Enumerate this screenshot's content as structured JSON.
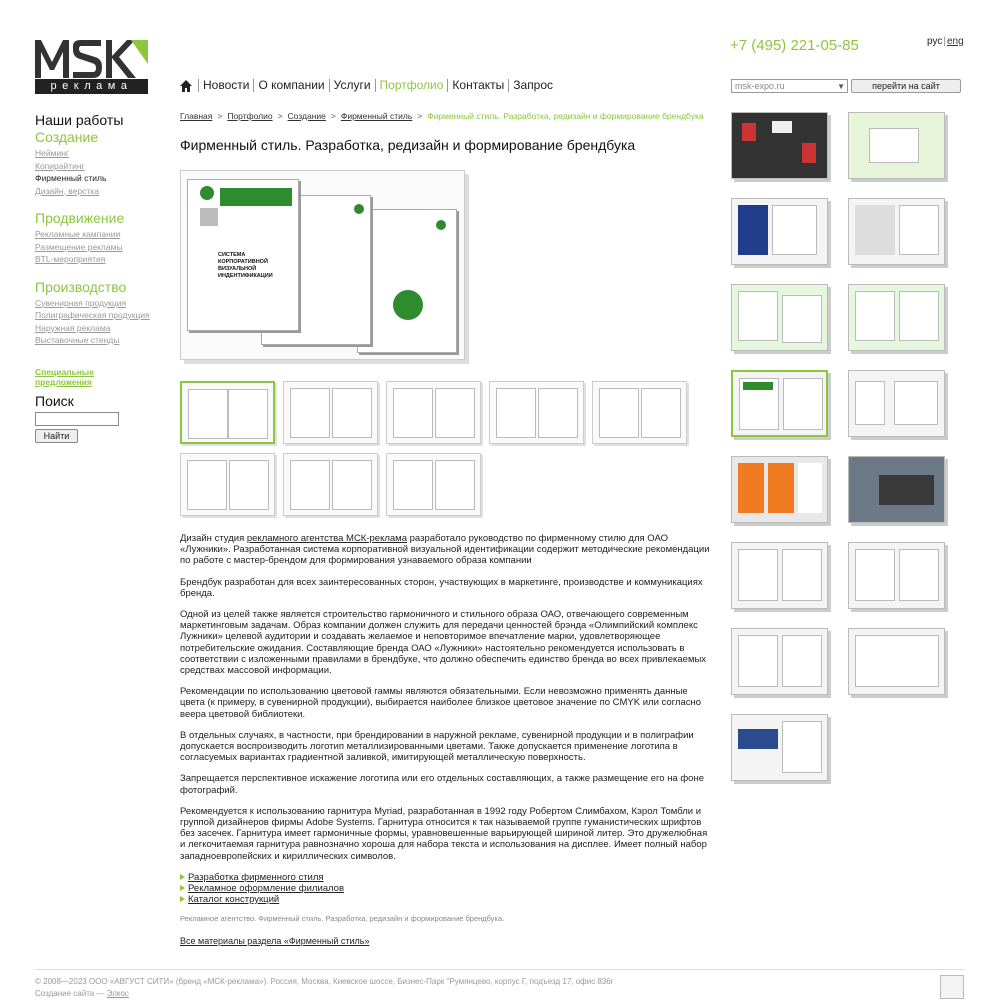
{
  "logo": {
    "mark": "MSK",
    "subtitle": "реклама"
  },
  "header": {
    "phone": "+7 (495) 221-05-85",
    "lang_ru": "рус",
    "lang_en": "eng",
    "site_select_value": "msk-expo.ru",
    "go_button": "перейти на сайт"
  },
  "nav": {
    "items": [
      {
        "label": "Новости"
      },
      {
        "label": "О компании"
      },
      {
        "label": "Услуги"
      },
      {
        "label": "Портфолио"
      },
      {
        "label": "Контакты"
      },
      {
        "label": "Запрос"
      }
    ]
  },
  "sidebar": {
    "title": "Наши работы",
    "groups": [
      {
        "title": "Создание",
        "links": [
          "Нейминг",
          "Копирайтинг",
          "Фирменный стиль",
          "Дизайн, верстка"
        ]
      },
      {
        "title": "Продвижение",
        "links": [
          "Рекламные кампании",
          "Размещение рекламы",
          "BTL-мероприятия"
        ]
      },
      {
        "title": "Производство",
        "links": [
          "Сувенирная продукция",
          "Полиграфическая продукция",
          "Наружная реклама",
          "Выставочные стенды"
        ]
      }
    ],
    "special": "Специальные предложения",
    "search_title": "Поиск",
    "search_button": "Найти"
  },
  "breadcrumb": [
    "Главная",
    "Портфолио",
    "Создание",
    "Фирменный стиль",
    "Фирменный стиль. Разработка, редизайн и формирование брендбука"
  ],
  "page": {
    "title": "Фирменный стиль. Разработка, редизайн и формирование брендбука",
    "main_image_text": "СИСТЕМА КОРПОРАТИВНОЙ ВИЗУАЛЬНОЙ ИНДЕНТИФИКАЦИИ",
    "p1_a": "Дизайн студия ",
    "p1_link": "рекламного агентства МСК-реклама",
    "p1_b": " разработало руководство по фирменному стилю для ОАО «Лужники». Разработанная система корпоративной визуальной идентификации содержит методические рекомендации по работе с мастер-брендом для формирования узнаваемого образа компании",
    "p2": "Брендбук разработан для всех заинтересованных сторон, участвующих в маркетинге, производстве и коммуникациях бренда.",
    "p3": "Одной из целей также является строительство гармоничного и стильного образа ОАО, отвечающего современным маркетинговым задачам. Образ компании должен служить для передачи ценностей брэнда «Олимпийский комплекс Лужники» целевой аудитории и создавать желаемое и неповторимое впечатление марки, удовлетворяющее потребительские ожидания. Составляющие бренда ОАО «Лужники» настоятельно рекомендуется использовать в соответствии с изложенными правилами в брендбуке, что должно обеспечить единство бренда во всех привлекаемых средствах массовой информации.",
    "p4": "Рекомендации по использованию цветовой гаммы являются обязательными. Если невозможно применять данные цвета (к примеру, в сувенирной продукции), выбирается наиболее близкое цветовое значение по CMYK или согласно веера цветовой библиотеки.",
    "p5": "В отдельных случаях, в частности, при брендировании в наружной рекламе, сувенирной продукции и в полиграфии допускается воспроизводить логотип металлизированными цветами. Также допускается применение логотипа в согласуемых вариантах градиентной заливкой, имитирующей металлическую поверхность.",
    "p6": "Запрещается перспективное искажение логотипа или его отдельных составляющих, а также размещение его на фоне фотографий.",
    "p7": "Рекомендуется к использованию гарнитура Myriad, разработанная в 1992 году Робертом Слимбахом, Кэрол Томбли и группой дизайнеров фирмы Adobe Systems. Гарнитура относится к так называемой группе гуманистических шрифтов без засечек. Гарнитура имеет гармоничные формы, уравновешенные варьирующей шириной литер. Это дружелюбная и легкочитаемая гарнитура равнозначно хороша для набора текста и использования на дисплее. Имеет полный набор западноевропейских и кириллических символов.",
    "links": [
      "Разработка фирменного стиля",
      "Рекламное оформление филиалов",
      "Каталог конструкций"
    ],
    "caption": "Рекламное агентство. Фирменный стиль. Разработка, редизайн и формирование брендбука.",
    "all_materials": "Все материалы раздела «Фирменный стиль»"
  },
  "footer": {
    "copyright": "© 2008—2023 ООО «АВГУСТ СИТИ» (бренд «МСК-реклама»). Россия, Москва, Киевское шоссе, Бизнес-Парк \"Румянцево, корпус Г, подъезд 17, офис 836г",
    "credit_prefix": "Создание сайта — ",
    "credit_link": "Элкос"
  },
  "colors": {
    "accent": "#8cc63f",
    "brand_green": "#2e8b2e"
  }
}
